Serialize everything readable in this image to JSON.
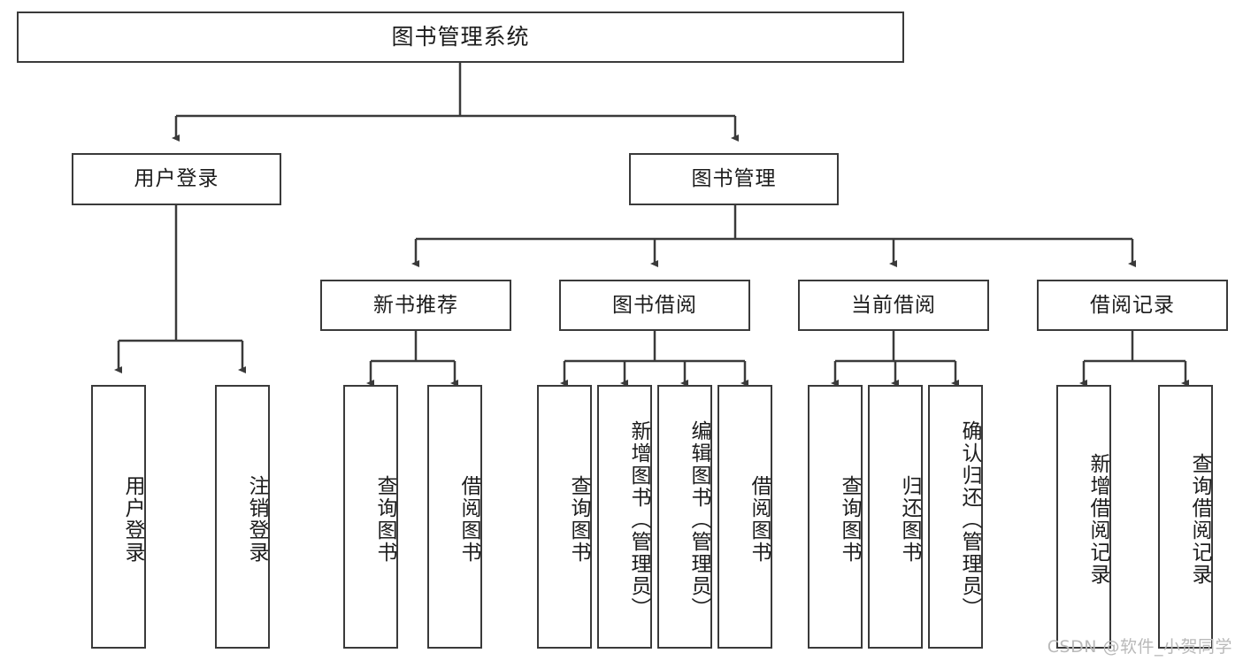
{
  "diagram": {
    "title": "图书管理系统",
    "watermark": "CSDN @软件_小贺同学",
    "colors": {
      "stroke": "#3a3a3a",
      "box_fill": "#ffffff",
      "text": "#1c1c1c",
      "watermark": "#b9b9b9",
      "background": "#ffffff"
    },
    "root": {
      "label": "图书管理系统"
    },
    "level2": [
      {
        "label": "用户登录"
      },
      {
        "label": "图书管理"
      }
    ],
    "level3": [
      {
        "label": "新书推荐"
      },
      {
        "label": "图书借阅"
      },
      {
        "label": "当前借阅"
      },
      {
        "label": "借阅记录"
      }
    ],
    "leaves": {
      "user_login": [
        {
          "label": "用户登录"
        },
        {
          "label": "注销登录"
        }
      ],
      "new_book_recommend": [
        {
          "label": "查询图书"
        },
        {
          "label": "借阅图书"
        }
      ],
      "book_borrow": [
        {
          "label": "查询图书"
        },
        {
          "label": "新增图书（管理员）"
        },
        {
          "label": "编辑图书（管理员）"
        },
        {
          "label": "借阅图书"
        }
      ],
      "current_borrow": [
        {
          "label": "查询图书"
        },
        {
          "label": "归还图书"
        },
        {
          "label": "确认归还（管理员）"
        }
      ],
      "borrow_records": [
        {
          "label": "新增借阅记录"
        },
        {
          "label": "查询借阅记录"
        }
      ]
    }
  }
}
